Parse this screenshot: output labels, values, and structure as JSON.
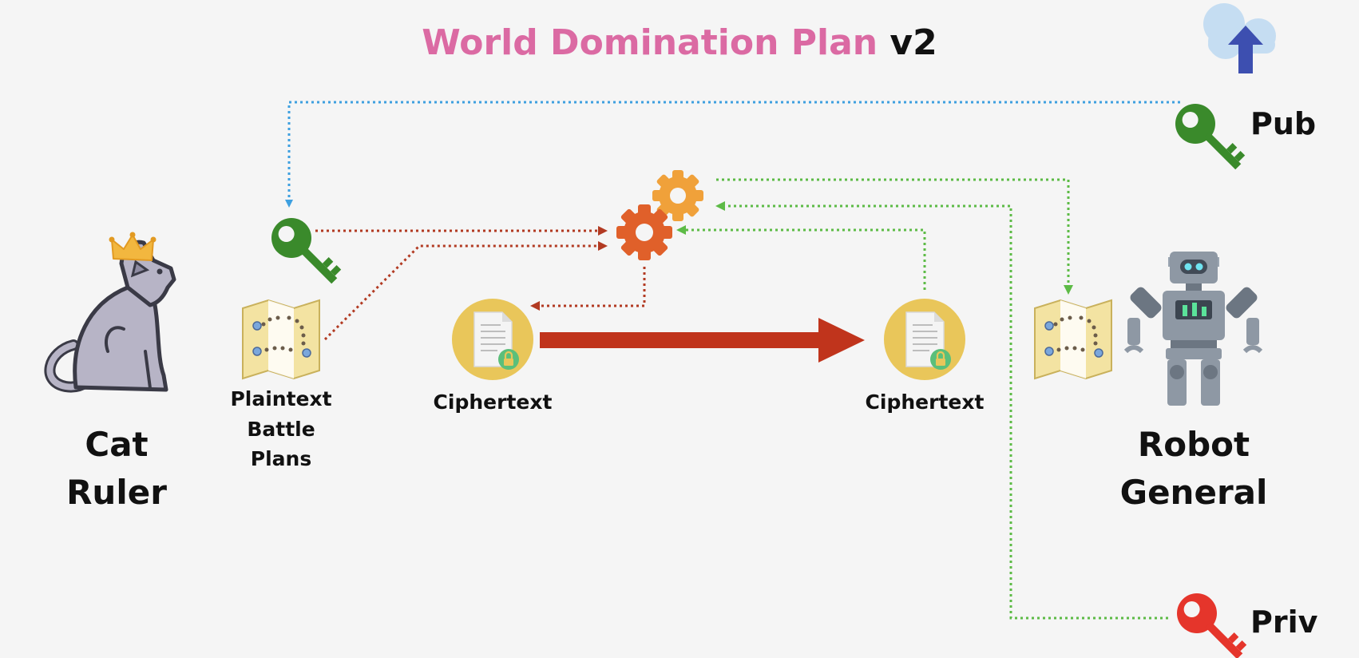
{
  "title": {
    "main": "World Domination Plan",
    "version": "v2"
  },
  "actors": {
    "cat": {
      "label_line1": "Cat",
      "label_line2": "Ruler"
    },
    "robot": {
      "label_line1": "Robot",
      "label_line2": "General"
    }
  },
  "plaintext": {
    "line1": "Plaintext",
    "line2": "Battle",
    "line3": "Plans"
  },
  "ciphertext_left": {
    "label": "Ciphertext"
  },
  "ciphertext_right": {
    "label": "Ciphertext"
  },
  "keys": {
    "public": {
      "label": "Pub"
    },
    "private": {
      "label": "Priv"
    }
  },
  "icons": [
    "cat-icon",
    "crown-icon",
    "map-icon",
    "key-icon",
    "gear-icon",
    "encrypted-document-icon",
    "robot-icon",
    "cloud-upload-icon"
  ],
  "colors": {
    "title_pink": "#db6aa3",
    "public_key_green": "#3a8a2b",
    "private_key_red": "#e5352b",
    "encrypt_path_red": "#b23a22",
    "decrypt_path_green": "#5dbb46",
    "pub_distribution_blue": "#3ea0e0",
    "transfer_arrow": "#c0341c",
    "doc_circle": "#e9c65a"
  }
}
